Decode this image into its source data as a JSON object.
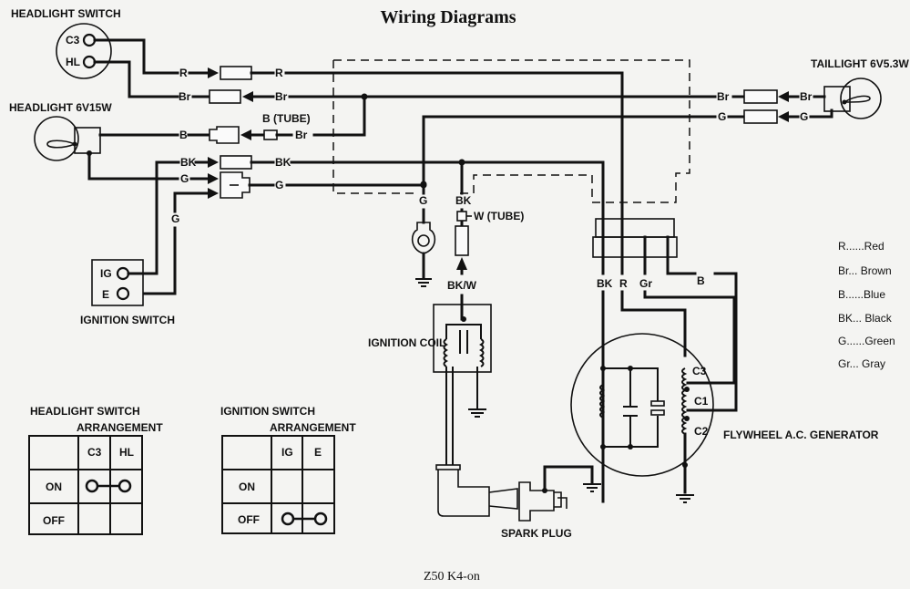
{
  "title": "Wiring Diagrams",
  "footer": "Z50 K4-on",
  "components": {
    "headlight_switch": {
      "label": "HEADLIGHT SWITCH",
      "terminals": [
        "C3",
        "HL"
      ]
    },
    "headlight": {
      "label": "HEADLIGHT 6V15W"
    },
    "taillight": {
      "label": "TAILLIGHT 6V5.3W"
    },
    "ignition_switch": {
      "label": "IGNITION SWITCH",
      "terminals": [
        "IG",
        "E"
      ]
    },
    "ignition_coil": {
      "label": "IGNITION COIL"
    },
    "spark_plug": {
      "label": "SPARK PLUG"
    },
    "generator": {
      "label": "FLYWHEEL A.C. GENERATOR",
      "taps": [
        "C3",
        "C1",
        "C2"
      ]
    }
  },
  "wire_labels": {
    "r": "R",
    "br": "Br",
    "b": "B",
    "bk": "BK",
    "g": "G",
    "gr": "Gr",
    "b_tube": "B (TUBE)",
    "w_tube": "W (TUBE)",
    "bkw": "BK/W"
  },
  "legend": [
    {
      "code": "R......",
      "color": "Red"
    },
    {
      "code": "Br...",
      "color": "Brown"
    },
    {
      "code": "B......",
      "color": "Blue"
    },
    {
      "code": "BK...",
      "color": "Black"
    },
    {
      "code": "G......",
      "color": "Green"
    },
    {
      "code": "Gr...",
      "color": "Gray"
    }
  ],
  "headlight_arrangement": {
    "title1": "HEADLIGHT SWITCH",
    "title2": "ARRANGEMENT",
    "columns": [
      "C3",
      "HL"
    ],
    "rows": [
      {
        "label": "ON",
        "connected": true
      },
      {
        "label": "OFF",
        "connected": false
      }
    ]
  },
  "ignition_arrangement": {
    "title1": "IGNITION SWITCH",
    "title2": "ARRANGEMENT",
    "columns": [
      "IG",
      "E"
    ],
    "rows": [
      {
        "label": "ON",
        "connected": false
      },
      {
        "label": "OFF",
        "connected": true
      }
    ]
  }
}
